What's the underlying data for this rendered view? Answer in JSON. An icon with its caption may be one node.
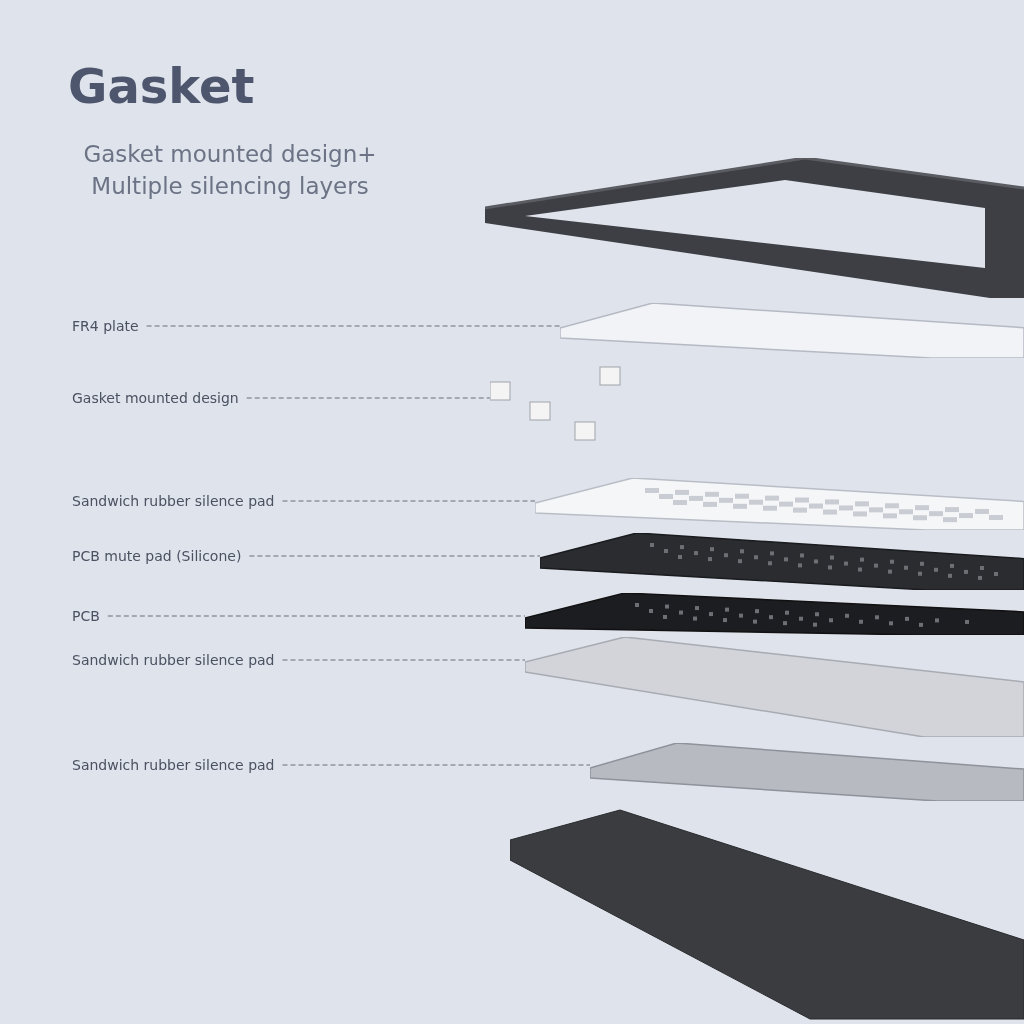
{
  "diagram": {
    "title": "Gasket",
    "nodes": [
      {
        "text": [
          "FR4 plate"
        ]
      },
      {
        "text": [
          "Gasket mounted design"
        ]
      },
      {
        "text": [
          "Sandwich rubber silence pad"
        ]
      },
      {
        "text": [
          "PCB mute pad (Silicone)"
        ]
      },
      {
        "text": [
          "PCB"
        ]
      },
      {
        "text": [
          "Sandwich rubber silence pad"
        ]
      },
      {
        "text": [
          "Sandwich rubber silence pad"
        ]
      },
      {
        "text": [],
        "shape": "picture"
      },
      {
        "text": [],
        "shape": "picture"
      },
      {
        "text": [],
        "shape": "picture"
      },
      {
        "text": [],
        "shape": "picture"
      },
      {
        "text": [],
        "shape": "picture"
      },
      {
        "text": [],
        "shape": "picture"
      },
      {
        "text": [],
        "shape": "picture"
      }
    ],
    "edges": [
      {
        "from": 0,
        "to": 7,
        "arrow": "none"
      },
      {
        "from": 1,
        "to": 8,
        "arrow": "none"
      },
      {
        "from": 2,
        "to": 9,
        "arrow": "none"
      },
      {
        "from": 3,
        "to": 10,
        "arrow": "none"
      },
      {
        "from": 4,
        "to": 11,
        "arrow": "none"
      },
      {
        "from": 5,
        "to": 12,
        "arrow": "none"
      },
      {
        "from": 6,
        "to": 13,
        "arrow": "none"
      }
    ],
    "labels": [
      "Gasket mounted design+ Multiple silencing layers"
    ]
  }
}
